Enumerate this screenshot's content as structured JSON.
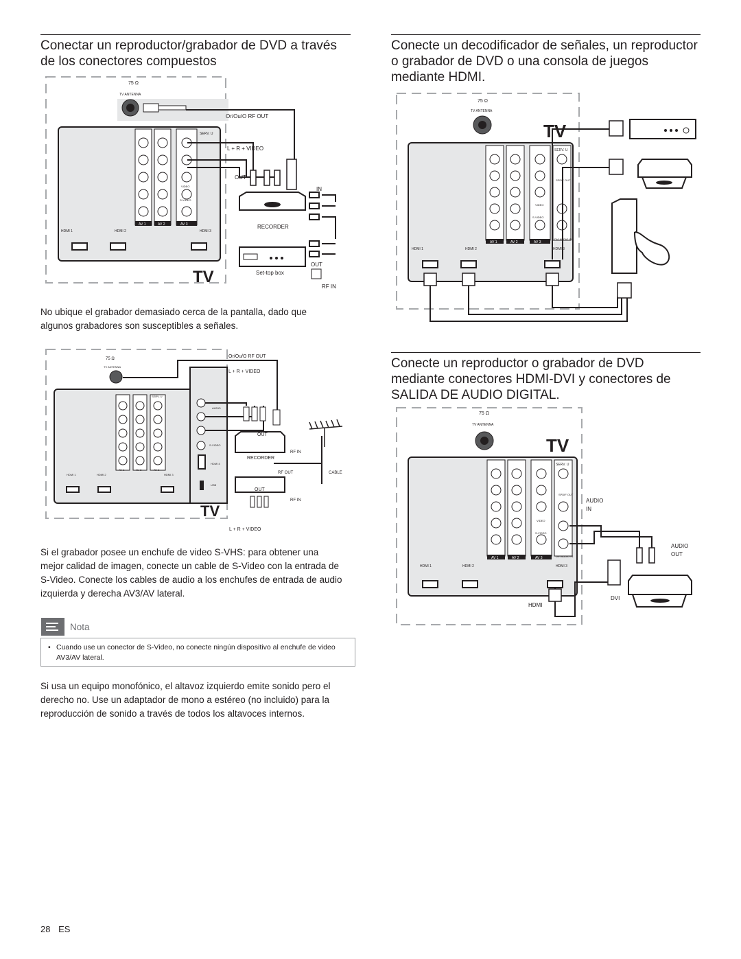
{
  "left_column": {
    "heading1": "Conectar un reproductor/grabador de DVD a través de los conectores compuestos",
    "diagram1": {
      "antenna_ohm": "75 Ω",
      "antenna_label": "TV ANTENNA",
      "rf_out": "Or/Ou/O RF OUT",
      "lr_video": "L + R + VIDEO",
      "out_label": "OUT",
      "in_label": "IN",
      "recorder": "RECORDER",
      "out_label2": "OUT",
      "settop": "Set-top box",
      "rf_in": "RF IN",
      "hdmi1": "HDMI 1",
      "hdmi2": "HDMI 2",
      "hdmi3": "HDMI 3",
      "av1": "AV 1",
      "av2": "AV 2",
      "av3": "AV 3",
      "serv_u": "SERV. U",
      "video": "VIDEO",
      "svideo": "S-VIDEO",
      "tv": "TV"
    },
    "para1": "No ubique el grabador demasiado cerca de la pantalla, dado que algunos grabadores son susceptibles a señales.",
    "diagram2": {
      "antenna_ohm": "75 Ω",
      "antenna_label": "TV ANTENNA",
      "rf_out_top": "Or/Ou/O RF OUT",
      "lr_video": "L + R + VIDEO",
      "out_label": "OUT",
      "rf_in": "RF IN",
      "recorder": "RECORDER",
      "rf_out": "RF OUT",
      "cable": "CABLE",
      "out_label2": "OUT",
      "rf_in2": "RF IN",
      "lr_video_bottom": "L + R + VIDEO",
      "hdmi1": "HDMI 1",
      "hdmi2": "HDMI 2",
      "hdmi3": "HDMI 3",
      "av1": "AV 1",
      "av2": "AV 2",
      "av3": "AV 3",
      "serv_u": "SERV. U",
      "audio": "AUDIO",
      "svideo": "S-VIDEO",
      "hdmi4": "HDMI 4",
      "usb": "USB",
      "tv": "TV"
    },
    "para2": "Si el grabador posee un enchufe de video S-VHS: para obtener una mejor calidad de imagen, conecte un cable de S-Video con la entrada de S-Video. Conecte los cables de audio a los enchufes de entrada de audio izquierda y derecha AV3/AV lateral.",
    "note": {
      "title": "Nota",
      "bullet": "•",
      "text": "Cuando use un conector de S-Video, no conecte ningún dispositivo al enchufe de video AV3/AV lateral."
    },
    "para3": "Si usa un equipo monofónico, el altavoz izquierdo emite sonido pero el derecho no. Use un adaptador de mono a estéreo (no incluido) para la reproducción de sonido a través de todos los altavoces internos."
  },
  "right_column": {
    "heading1": "Conecte un decodificador de señales, un reproductor o grabador de DVD o una consola de juegos mediante HDMI.",
    "diagram1": {
      "antenna_ohm": "75 Ω",
      "antenna_label": "TV ANTENNA",
      "hdmi1": "HDMI 1",
      "hdmi2": "HDMI 2",
      "hdmi3": "HDMI 3",
      "av1": "AV 1",
      "av2": "AV 2",
      "av3": "AV 3",
      "serv_u": "SERV. U",
      "spdif": "SPDIF OUT",
      "video": "VIDEO",
      "svideo": "S-VIDEO",
      "dvi_audio": "DVI AUDIO IN",
      "tv": "TV"
    },
    "heading2": "Conecte un reproductor o grabador de DVD mediante conectores HDMI-DVI y conectores de SALIDA DE AUDIO DIGITAL.",
    "diagram2": {
      "antenna_ohm": "75 Ω",
      "antenna_label": "TV ANTENNA",
      "audio_in_1": "AUDIO",
      "audio_in_2": "IN",
      "audio_out_1": "AUDIO",
      "audio_out_2": "OUT",
      "dvi": "DVI",
      "hdmi_label": "HDMI",
      "hdmi1": "HDMI 1",
      "hdmi2": "HDMI 2",
      "hdmi3": "HDMI 3",
      "av1": "AV 1",
      "av2": "AV 2",
      "av3": "AV 3",
      "serv_u": "SERV. U",
      "spdif": "SPDIF OUT",
      "video": "VIDEO",
      "svideo": "S-VIDEO",
      "dvi_audio": "DVI AUDIO IN",
      "tv": "TV"
    }
  },
  "footer": {
    "page_number": "28",
    "language": "ES"
  }
}
